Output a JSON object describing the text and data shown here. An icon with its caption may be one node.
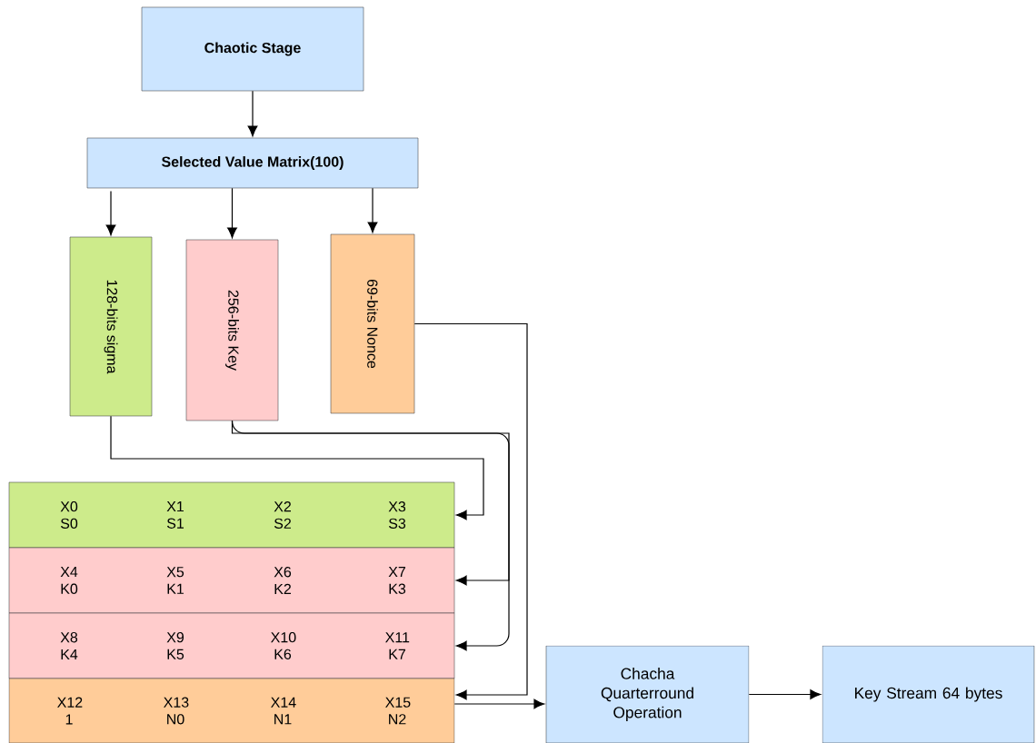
{
  "diagram": {
    "nodes": [
      {
        "text": [
          "Chaotic Stage"
        ]
      },
      {
        "text": [
          "Selected Value Matrix(100)"
        ]
      },
      {
        "text": [
          "128-bits sigma"
        ]
      },
      {
        "text": [
          "256-bits Key"
        ]
      },
      {
        "text": [
          "69-bits Nonce"
        ]
      },
      {
        "text": [
          "X0 S0",
          "X1 S1",
          "X2 S2",
          "X3 S3"
        ]
      },
      {
        "text": [
          "X4 K0",
          "X5 K1",
          "X6 K2",
          "X7 K3"
        ]
      },
      {
        "text": [
          "X8 K4",
          "X9 K5",
          "X10 K6",
          "X11 K7"
        ]
      },
      {
        "text": [
          "X12 1",
          "X13 N0",
          "X14 N1",
          "X15 N2"
        ]
      },
      {
        "text": [
          "Chacha Quarterround Operation"
        ]
      },
      {
        "text": [
          "Key Stream 64 bytes"
        ]
      }
    ],
    "edges": [
      {
        "from": 0,
        "to": 1,
        "arrow": "to"
      },
      {
        "from": 1,
        "to": 2,
        "arrow": "to"
      },
      {
        "from": 1,
        "to": 3,
        "arrow": "to"
      },
      {
        "from": 1,
        "to": 4,
        "arrow": "to"
      },
      {
        "from": 2,
        "to": 5,
        "arrow": "to"
      },
      {
        "from": 3,
        "to": 6,
        "arrow": "to"
      },
      {
        "from": 3,
        "to": 7,
        "arrow": "to"
      },
      {
        "from": 4,
        "to": 8,
        "arrow": "to"
      },
      {
        "from": 8,
        "to": 9,
        "arrow": "to"
      },
      {
        "from": 9,
        "to": 10,
        "arrow": "to"
      }
    ]
  }
}
